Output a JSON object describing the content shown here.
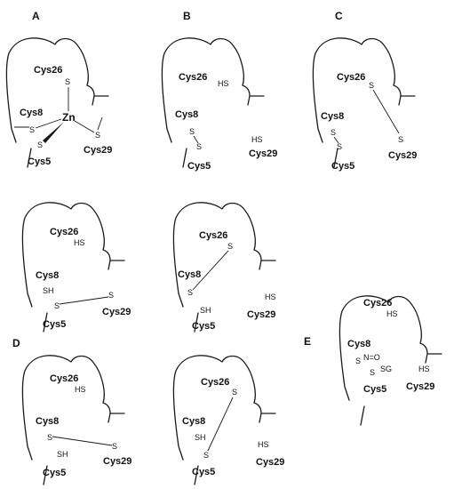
{
  "panel_letters": {
    "A": "A",
    "B": "B",
    "C": "C",
    "D": "D",
    "E": "E"
  },
  "residues": {
    "cys5": "Cys5",
    "cys8": "Cys8",
    "cys26": "Cys26",
    "cys29": "Cys29"
  },
  "atoms": {
    "s": "S",
    "sh": "SH",
    "hs": "HS",
    "zn": "Zn",
    "n_o": "N=O",
    "sg": "SG"
  }
}
